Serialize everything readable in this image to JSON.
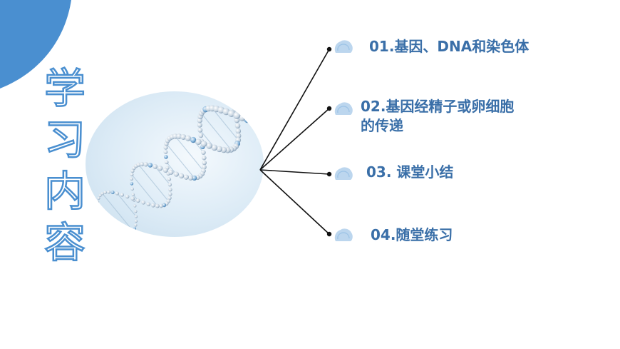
{
  "title_chars": [
    "学",
    "习",
    "内",
    "容"
  ],
  "items": [
    {
      "label": "01.基因、DNA和染色体"
    },
    {
      "label": "02.基因经精子或卵细胞\n的传递"
    },
    {
      "label": "03. 课堂小结"
    },
    {
      "label": "04.随堂练习"
    }
  ],
  "colors": {
    "accent_blue": "#4a8fd0",
    "label_blue": "#3a6fa8",
    "bubble_light": "#bcd6ee"
  },
  "icons": {
    "corner": "corner-accent-shape",
    "bubble": "cloud-bubble-icon",
    "dna": "dna-helix-image"
  }
}
